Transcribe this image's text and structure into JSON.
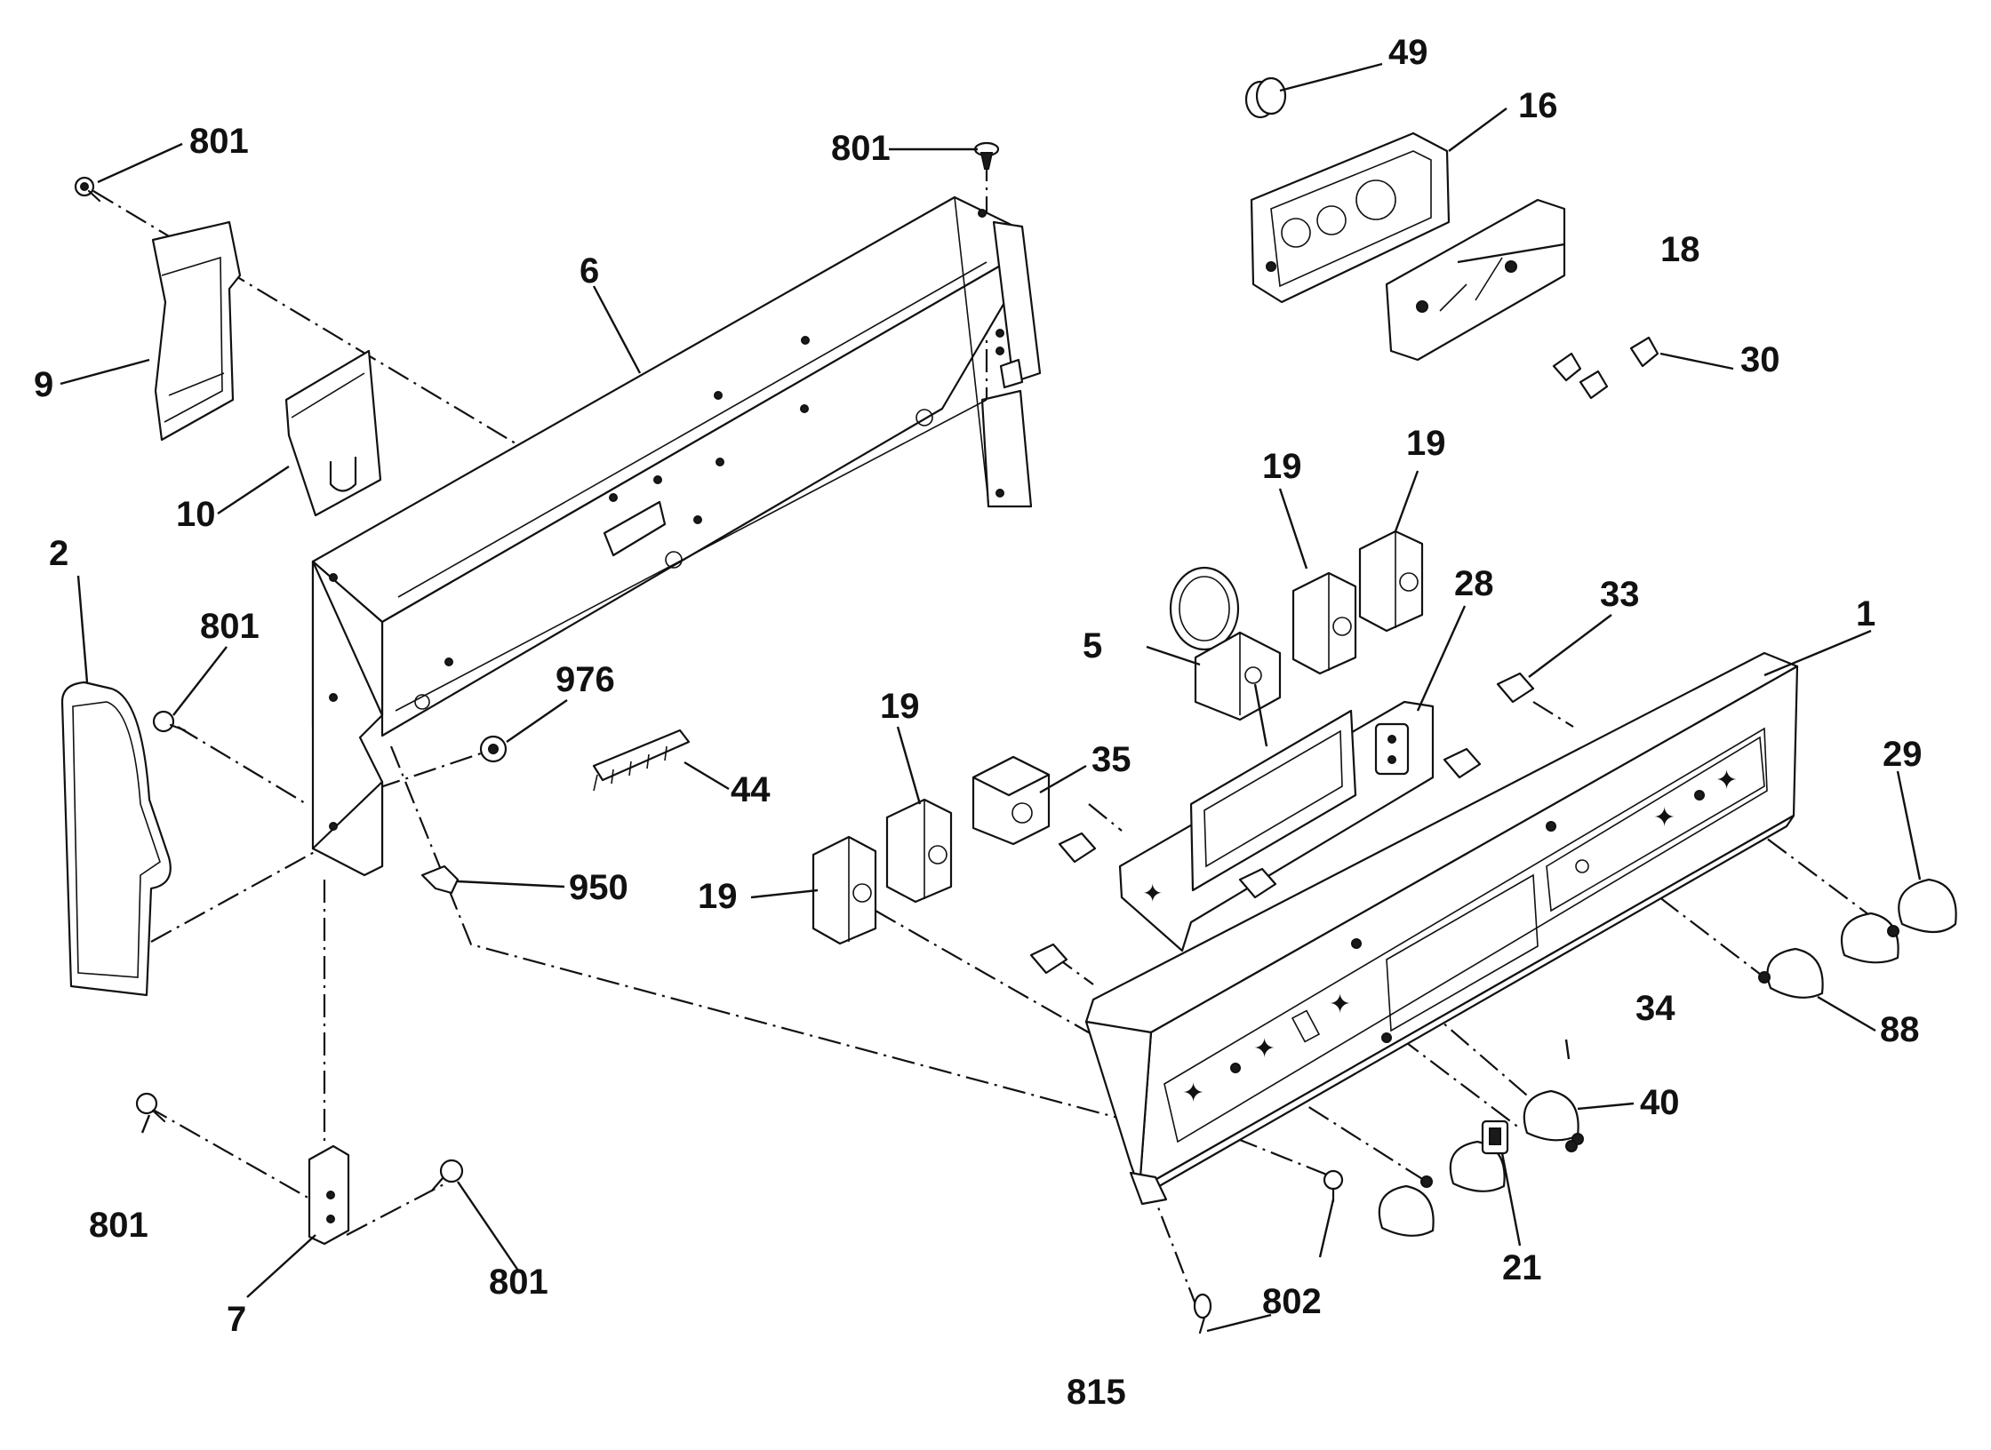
{
  "labels": {
    "p1": "1",
    "p2": "2",
    "p5": "5",
    "p6": "6",
    "p7": "7",
    "p9": "9",
    "p10": "10",
    "p16": "16",
    "p18": "18",
    "p19a": "19",
    "p19b": "19",
    "p19c": "19",
    "p19d": "19",
    "p21": "21",
    "p28": "28",
    "p29": "29",
    "p30": "30",
    "p33": "33",
    "p34": "34",
    "p35": "35",
    "p40": "40",
    "p44": "44",
    "p49": "49",
    "p88": "88",
    "p801a": "801",
    "p801b": "801",
    "p801c": "801",
    "p801d": "801",
    "p801e": "801",
    "p802": "802",
    "p815": "815",
    "p950": "950",
    "p976": "976"
  }
}
